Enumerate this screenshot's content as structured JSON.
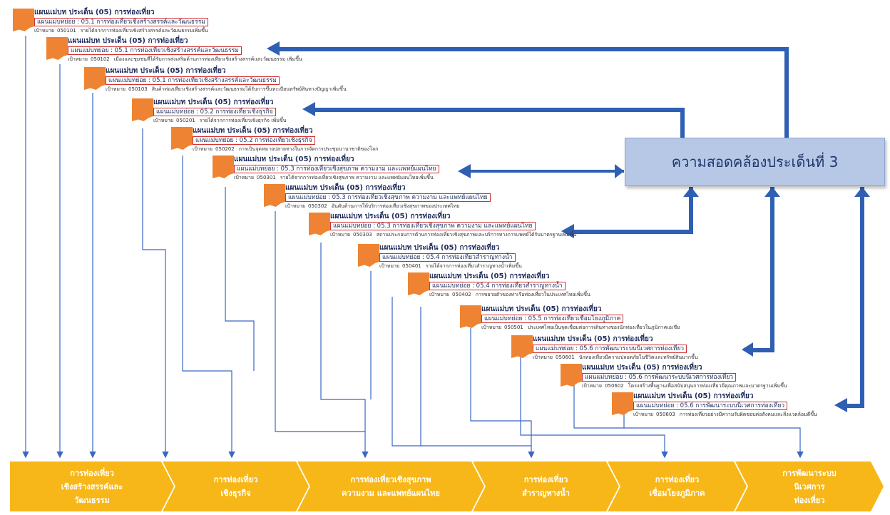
{
  "alignment_box": {
    "label": "ความสอดคล้องประเด็นที่ 3"
  },
  "plans": [
    {
      "title": "แผนแม่บท ประเด็น (05) การท่องเที่ยว",
      "sub_plan": "แผนแม่บทย่อย : 05.1  การท่องเที่ยวเชิงสร้างสรรค์และวัฒนธรรม",
      "target_label": "เป้าหมาย",
      "target_code": "050101",
      "target_text": "รายได้จากการท่องเที่ยวเชิงสร้างสรรค์และวัฒนธรรมเพิ่มขึ้น"
    },
    {
      "title": "แผนแม่บท ประเด็น (05) การท่องเที่ยว",
      "sub_plan": "แผนแม่บทย่อย : 05.1  การท่องเที่ยวเชิงสร้างสรรค์และวัฒนธรรม",
      "target_label": "เป้าหมาย",
      "target_code": "050102",
      "target_text": "เมืองและชุมชนที่ได้รับการส่งเสริมด้านการท่องเที่ยวเชิงสร้างสรรค์และวัฒนธรรม เพิ่มขึ้น"
    },
    {
      "title": "แผนแม่บท ประเด็น (05) การท่องเที่ยว",
      "sub_plan": "แผนแม่บทย่อย : 05.1  การท่องเที่ยวเชิงสร้างสรรค์และวัฒนธรรม",
      "target_label": "เป้าหมาย",
      "target_code": "050103",
      "target_text": "สินค้าท่องเที่ยวเชิงสร้างสรรค์และวัฒนธรรมได้รับการขึ้นทะเบียนทรัพย์สินทางปัญญาเพิ่มขึ้น"
    },
    {
      "title": "แผนแม่บท ประเด็น (05) การท่องเที่ยว",
      "sub_plan": "แผนแม่บทย่อย : 05.2  การท่องเที่ยวเชิงธุรกิจ",
      "target_label": "เป้าหมาย",
      "target_code": "050201",
      "target_text": "รายได้จากการท่องเที่ยวเชิงธุรกิจ เพิ่มขึ้น"
    },
    {
      "title": "แผนแม่บท ประเด็น (05) การท่องเที่ยว",
      "sub_plan": "แผนแม่บทย่อย : 05.2  การท่องเที่ยวเชิงธุรกิจ",
      "target_label": "เป้าหมาย",
      "target_code": "050202",
      "target_text": "การเป็นจุดหมายปลายทางในการจัดการประชุมนานาชาติของโลก"
    },
    {
      "title": "แผนแม่บท ประเด็น (05) การท่องเที่ยว",
      "sub_plan": "แผนแม่บทย่อย : 05.3  การท่องเที่ยวเชิงสุขภาพ ความงาม และแพทย์แผนไทย",
      "target_label": "เป้าหมาย",
      "target_code": "050301",
      "target_text": "รายได้จากการท่องเที่ยวเชิงสุขภาพ ความงาม และแพทย์แผนไทยเพิ่มขึ้น"
    },
    {
      "title": "แผนแม่บท ประเด็น (05) การท่องเที่ยว",
      "sub_plan": "แผนแม่บทย่อย : 05.3  การท่องเที่ยวเชิงสุขภาพ ความงาม และแพทย์แผนไทย",
      "target_label": "เป้าหมาย",
      "target_code": "050302",
      "target_text": "อันดับด้านการให้บริการท่องเที่ยวเชิงสุขภาพของประเทศไทย"
    },
    {
      "title": "แผนแม่บท ประเด็น (05) การท่องเที่ยว",
      "sub_plan": "แผนแม่บทย่อย : 05.3  การท่องเที่ยวเชิงสุขภาพ ความงาม และแพทย์แผนไทย",
      "target_label": "เป้าหมาย",
      "target_code": "050303",
      "target_text": "สถานประกอบการด้านการท่องเที่ยวเชิงสุขภาพและบริการทางการแพทย์ได้รับมาตรฐานเพิ่มขึ้น"
    },
    {
      "title": "แผนแม่บท ประเด็น (05) การท่องเที่ยว",
      "sub_plan": "แผนแม่บทย่อย : 05.4  การท่องเที่ยวสำราญทางน้ำ",
      "target_label": "เป้าหมาย",
      "target_code": "050401",
      "target_text": "รายได้จากการท่องเที่ยวสำราญทางน้ำเพิ่มขึ้น"
    },
    {
      "title": "แผนแม่บท ประเด็น (05) การท่องเที่ยว",
      "sub_plan": "แผนแม่บทย่อย : 05.4  การท่องเที่ยวสำราญทางน้ำ",
      "target_label": "เป้าหมาย",
      "target_code": "050402",
      "target_text": "การขยายตัวของท่าเรือท่องเที่ยวในประเทศไทยเพิ่มขึ้น"
    },
    {
      "title": "แผนแม่บท ประเด็น (05) การท่องเที่ยว",
      "sub_plan": "แผนแม่บทย่อย : 05.5  การท่องเที่ยวเชื่อมโยงภูมิภาค",
      "target_label": "เป้าหมาย",
      "target_code": "050501",
      "target_text": "ประเทศไทยเป็นจุดเชื่อมต่อการเดินทางของนักท่องเที่ยวในภูมิภาคเอเชีย"
    },
    {
      "title": "แผนแม่บท ประเด็น (05) การท่องเที่ยว",
      "sub_plan": "แผนแม่บทย่อย : 05.6  การพัฒนาระบบนิเวศการท่องเที่ยว",
      "target_label": "เป้าหมาย",
      "target_code": "050601",
      "target_text": "นักท่องเที่ยวมีความปลอดภัยในชีวิตและทรัพย์สินมากขึ้น"
    },
    {
      "title": "แผนแม่บท ประเด็น (05) การท่องเที่ยว",
      "sub_plan": "แผนแม่บทย่อย : 05.6  การพัฒนาระบบนิเวศการท่องเที่ยว",
      "target_label": "เป้าหมาย",
      "target_code": "050602",
      "target_text": "โครงสร้างพื้นฐานเพื่อสนับสนุนการท่องเที่ยวมีคุณภาพและมาตรฐานเพิ่มขึ้น"
    },
    {
      "title": "แผนแม่บท ประเด็น (05) การท่องเที่ยว",
      "sub_plan": "แผนแม่บทย่อย : 05.6  การพัฒนาระบบนิเวศการท่องเที่ยว",
      "target_label": "เป้าหมาย",
      "target_code": "050603",
      "target_text": "การท่องเที่ยวอย่างมีความรับผิดชอบต่อสังคมและสิ่งแวดล้อมดีขึ้น"
    }
  ],
  "categories": [
    {
      "lines": [
        "การท่องเที่ยว",
        "เชิงสร้างสรรค์และ",
        "วัฒนธรรม"
      ]
    },
    {
      "lines": [
        "การท่องเที่ยว",
        "เชิงธุรกิจ"
      ]
    },
    {
      "lines": [
        "การท่องเที่ยวเชิงสุขภาพ",
        "ความงาม และแพทย์แผนไทย"
      ]
    },
    {
      "lines": [
        "การท่องเที่ยว",
        "สำราญทางน้ำ"
      ]
    },
    {
      "lines": [
        "การท่องเที่ยว",
        "เชื่อมโยงภูมิภาค"
      ]
    },
    {
      "lines": [
        "การพัฒนาระบบ",
        "นิเวศการ",
        "ท่องเที่ยว"
      ]
    }
  ],
  "colors": {
    "flag": "#ee8433",
    "chevron": "#f7b719",
    "arrow": "#2f5fb3",
    "connector": "#3a66c4",
    "box_fill": "#b7c7e6"
  }
}
